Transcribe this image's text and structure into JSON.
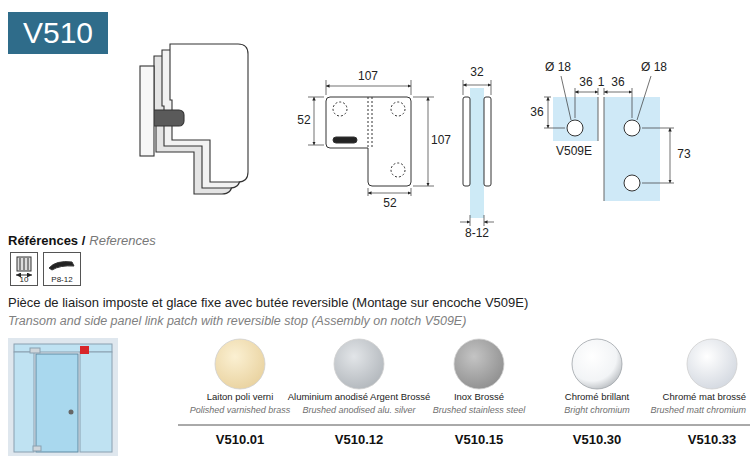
{
  "diagram": {
    "title": "V510",
    "nodes": [
      {
        "text": [
          "10"
        ]
      },
      {
        "text": [
          "P8-12"
        ]
      }
    ],
    "labels": [
      "107",
      "52",
      "107",
      "52",
      "32",
      "8-12",
      "Ø 18",
      "36",
      "1",
      "36",
      "Ø 18",
      "36",
      "V509E",
      "73",
      "Références /",
      "References",
      "Pièce de liaison imposte et glace fixe avec butée reversible (Montage sur encoche V509E)",
      "Transom and side panel link patch with reversible stop (Assembly on notch V509E)",
      "Laiton poli verni",
      "Polished varnished brass",
      "Aluminium anodisé Argent Brossé",
      "Brushed anodised alu. silver",
      "Inox Brossé",
      "Brushed stainless steel",
      "Chromé brillant",
      "Bright chromium",
      "Chromé mat brossé",
      "Brushed matt chromium",
      "V510.01",
      "V510.12",
      "V510.15",
      "V510.30",
      "V510.33"
    ]
  }
}
